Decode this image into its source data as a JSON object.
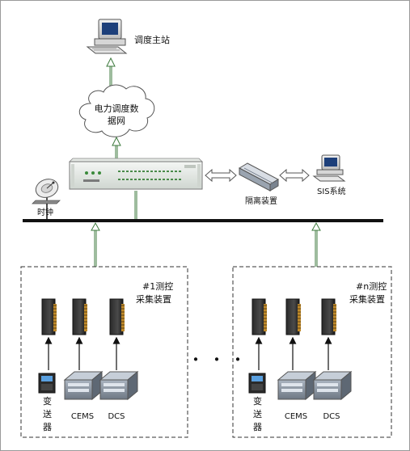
{
  "top": {
    "dispatch_station": "调度主站",
    "cloud_line1": "电力调度数",
    "cloud_line2": "据网",
    "isolation_device": "隔离装置",
    "sis_system": "SIS系统",
    "clock": "时钟"
  },
  "groups": [
    {
      "title_line1": "#1测控",
      "title_line2": "采集装置",
      "transmitter": [
        "变",
        "送",
        "器"
      ],
      "cems": "CEMS",
      "dcs": "DCS"
    },
    {
      "title_line1": "#n测控",
      "title_line2": "采集装置",
      "transmitter": [
        "变",
        "送",
        "器"
      ],
      "cems": "CEMS",
      "dcs": "DCS"
    }
  ],
  "ellipsis": "・・・",
  "icons": {
    "computer": "computer-icon",
    "cloud": "cloud-icon",
    "server": "rack-server-icon",
    "switch": "isolation-device-icon",
    "clock": "satellite-clock-icon",
    "collector": "collector-module-icon",
    "transmitter": "transmitter-meter-icon",
    "cabinet": "cabinet-icon"
  },
  "colors": {
    "arrow_green": "#3d7a3d",
    "bus": "#111111",
    "dashed_box": "#333333"
  }
}
